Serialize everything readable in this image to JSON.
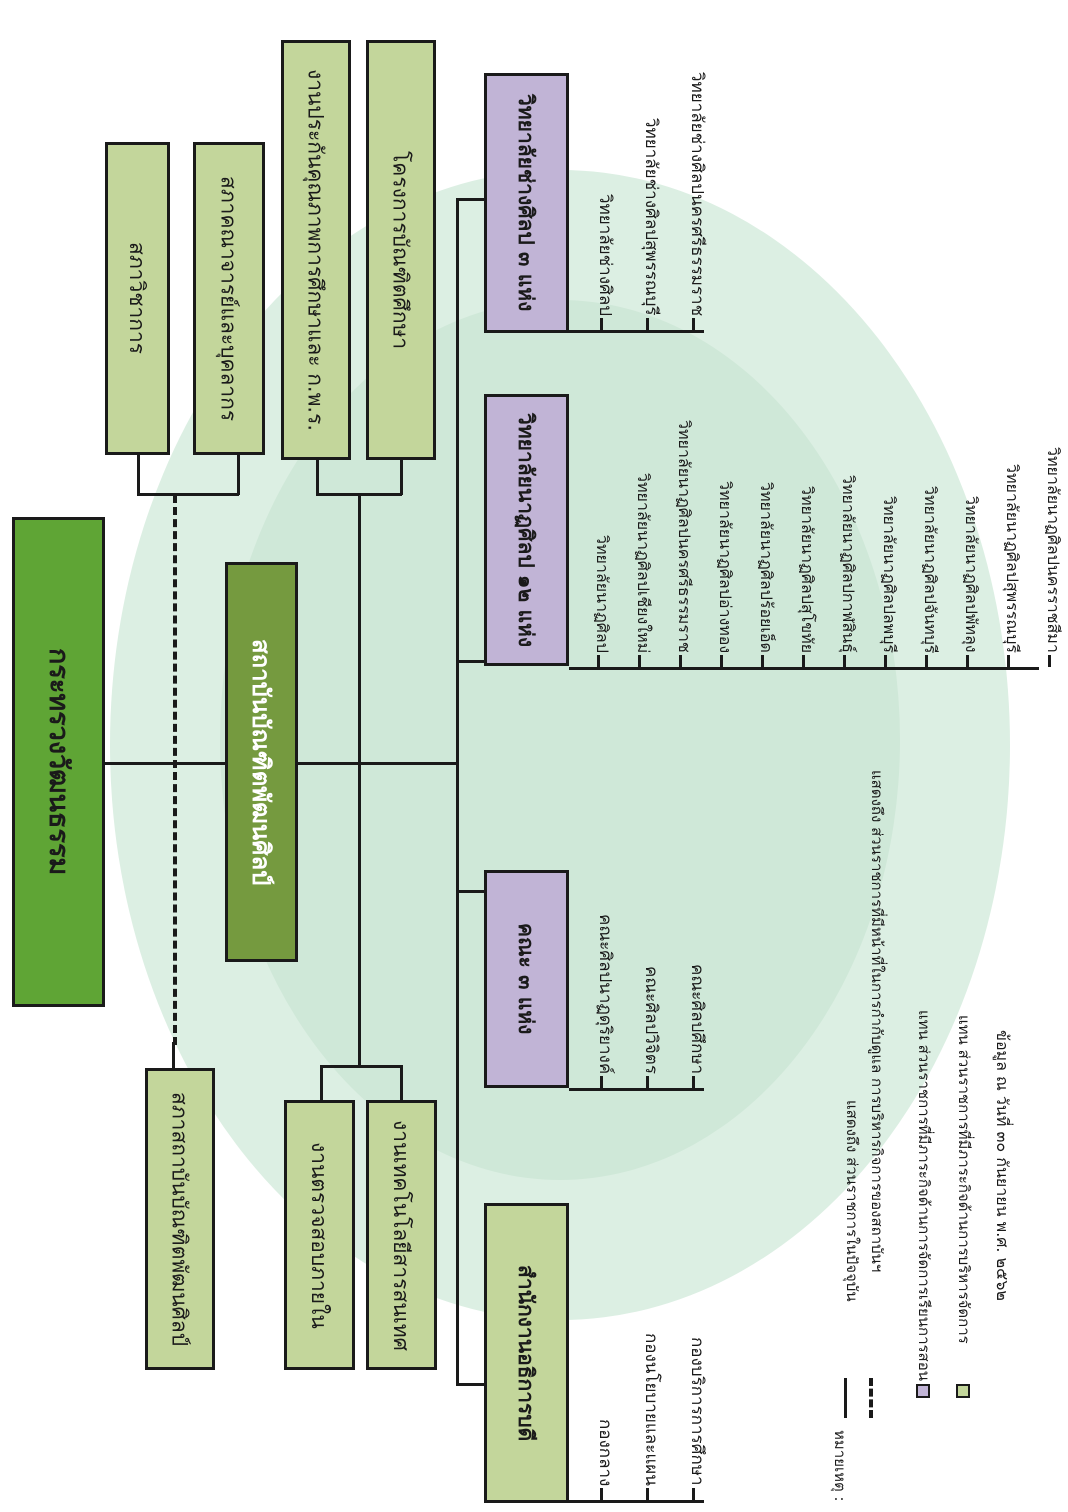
{
  "ministry": "กระทรวงวัฒนธรรม",
  "institute": "สถาบันบัณฑิตพัฒนศิลป์",
  "council_institute": "สภาสถาบันบัณฑิตพัฒนศิลป์",
  "council_academic": "สภาวิชาการ",
  "council_faculty": "สภาคณาจารย์และบุคลากร",
  "qa_unit": "งานประกันคุณภาพการศึกษาและ ก.พ.ร.",
  "graduate_project": "โครงการบัณฑิตศึกษา",
  "internal_audit": "งานตรวจสอบภายใน",
  "it_unit": "งานเทคโนโลยีสารสนเทศ",
  "president_office": {
    "title": "สำนักงานอธิการบดี",
    "items": [
      "กองกลาง",
      "กองนโยบายและแผน",
      "กองบริการการศึกษา"
    ]
  },
  "faculties": {
    "title": "คณะ ๓ แห่ง",
    "items": [
      "คณะศิลปนาฏดุริยางค์",
      "คณะศิลปวิจิตร",
      "คณะศิลปศึกษา"
    ]
  },
  "dramatic_colleges": {
    "title": "วิทยาลัยนาฏศิลป ๑๒ แห่ง",
    "items": [
      "วิทยาลัยนาฏศิลป",
      "วิทยาลัยนาฏศิลปเชียงใหม่",
      "วิทยาลัยนาฏศิลปนครศรีธรรมราช",
      "วิทยาลัยนาฏศิลปอ่างทอง",
      "วิทยาลัยนาฏศิลปร้อยเอ็ด",
      "วิทยาลัยนาฏศิลปสุโขทัย",
      "วิทยาลัยนาฏศิลปกาฬสินธุ์",
      "วิทยาลัยนาฏศิลปลพบุรี",
      "วิทยาลัยนาฏศิลปจันทบุรี",
      "วิทยาลัยนาฏศิลปพัทลุง",
      "วิทยาลัยนาฏศิลปสุพรรณบุรี",
      "วิทยาลัยนาฏศิลปนครราชสีมา"
    ]
  },
  "craft_colleges": {
    "title": "วิทยาลัยช่างศิลป ๓ แห่ง",
    "items": [
      "วิทยาลัยช่างศิลป",
      "วิทยาลัยช่างศิลปสุพรรณบุรี",
      "วิทยาลัยช่างศิลปนครศรีธรรมราช"
    ]
  },
  "legend": {
    "heading": "หมายเหตุ :",
    "solid": "แสดงถึง ส่วนราชการในปัจจุบัน",
    "dashed": "แสดงถึง ส่วนราชการที่มีหน้าที่ในการกำกับดูแล การบริหารกิจการของสถาบันฯ",
    "purple": "แทน ส่วนราชการที่มีภาระกิจด้านการจัดการเรียนการสอน",
    "green": "แทน ส่วนราชการที่มีภาระกิจด้านการบริหารจัดการ",
    "date": "ข้อมูล ณ วันที่ ๓๐ กันยายน พ.ศ. ๒๕๖๒"
  },
  "colors": {
    "ministry": "#5fa535",
    "institute": "#759a3f",
    "admin_unit": "#c3d69b",
    "teaching_unit": "#c1b4d6",
    "watermark": "#d7ecdf"
  }
}
